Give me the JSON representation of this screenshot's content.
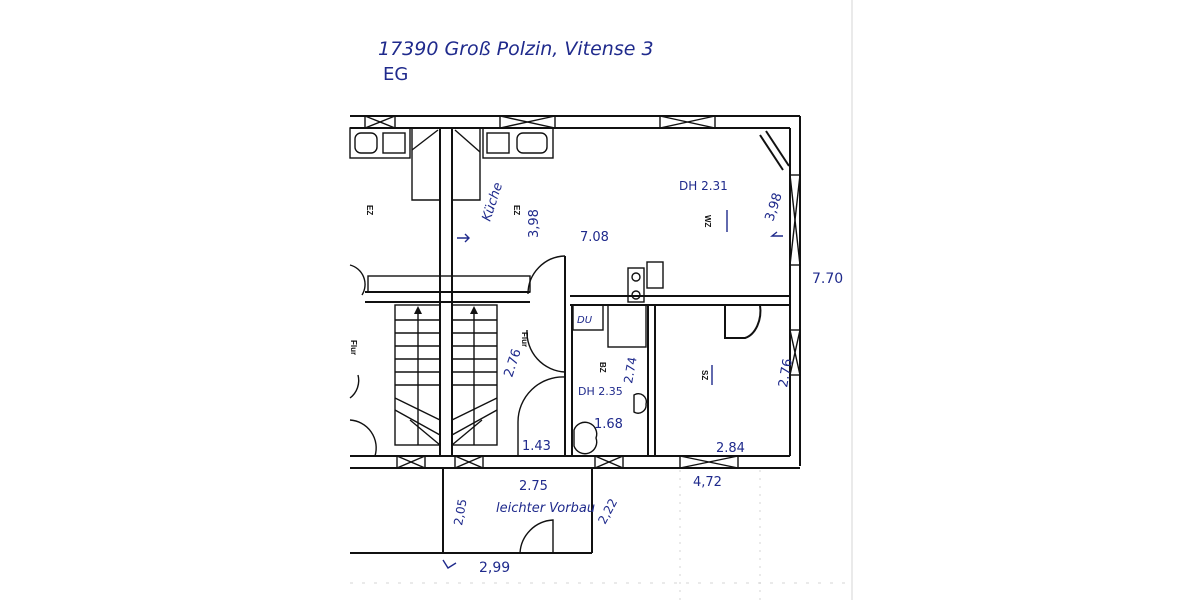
{
  "header": {
    "address": "17390 Groß Polzin, Vitense 3",
    "floor": "EG"
  },
  "colors": {
    "ink_blue": "#1f2a8c",
    "plan_black": "#111111",
    "paper": "#ffffff"
  },
  "rooms": {
    "ez_left": "EZ",
    "kueche_label": "Küche",
    "ez_kitchen": "EZ",
    "wz": "WZ",
    "flur_left": "Flur",
    "flur_center": "Flur",
    "bz": "BZ",
    "du": "DU",
    "sz": "SZ",
    "vorbau": "leichter Vorbau"
  },
  "dimensions": {
    "kitchen_depth": "3,98",
    "living_width": "7.08",
    "living_ceiling": "DH 2.31",
    "living_depth": "3,98",
    "total_depth": "7.70",
    "stair_length": "2.76",
    "hall_width": "1.43",
    "bath_ceiling": "DH 2.35",
    "bath_length": "2.74",
    "bath_width": "1.68",
    "bedroom_depth": "2.76",
    "bedroom_width": "2.84",
    "south_span": "4,72",
    "vorbau_top": "2.75",
    "vorbau_left": "2,05",
    "vorbau_right": "2,22",
    "vorbau_bottom": "2,99"
  }
}
